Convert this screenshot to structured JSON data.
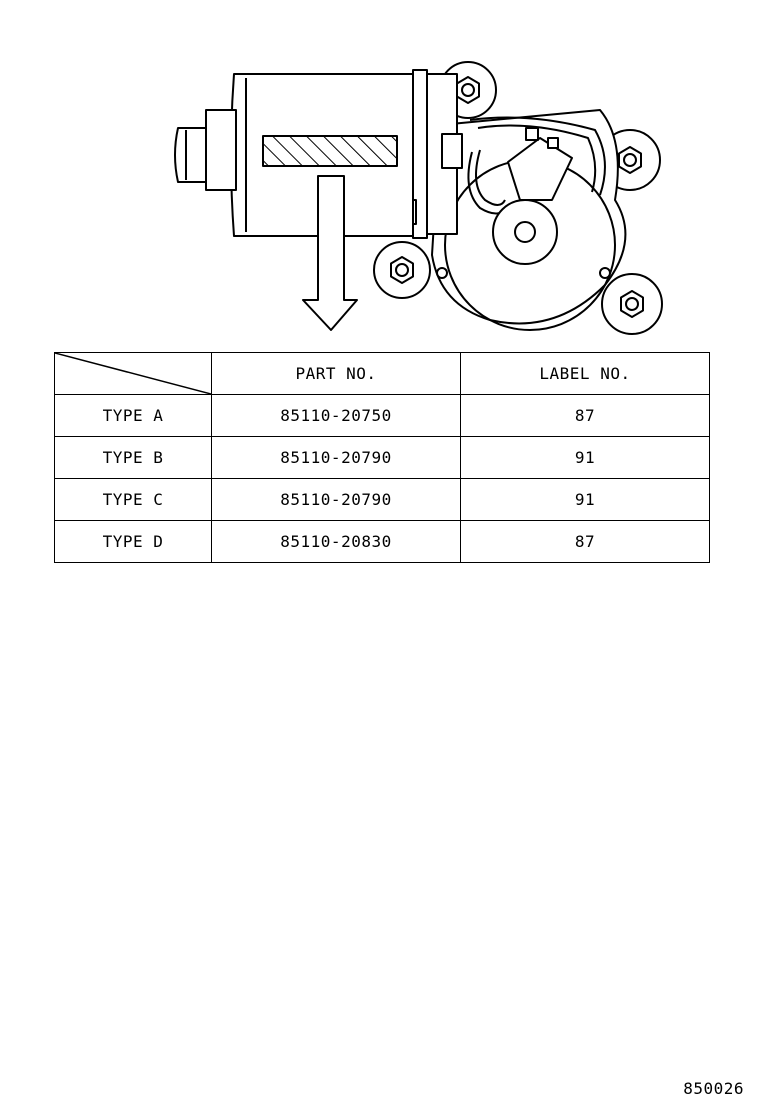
{
  "table": {
    "headers": {
      "part_no": "PART NO.",
      "label_no": "LABEL NO."
    },
    "rows": [
      {
        "type": "TYPE A",
        "part_no": "85110-20750",
        "label_no": "87"
      },
      {
        "type": "TYPE B",
        "part_no": "85110-20790",
        "label_no": "91"
      },
      {
        "type": "TYPE C",
        "part_no": "85110-20790",
        "label_no": "91"
      },
      {
        "type": "TYPE D",
        "part_no": "85110-20830",
        "label_no": "87"
      }
    ]
  },
  "reference_number": "850026"
}
